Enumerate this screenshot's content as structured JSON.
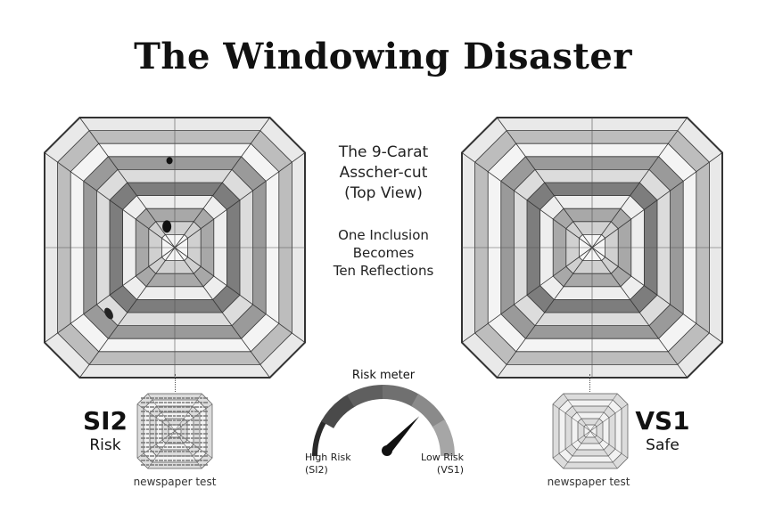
{
  "title": "The Windowing Disaster",
  "center": {
    "heading_lines": [
      "The 9-Carat",
      "Asscher-cut",
      "(Top View)"
    ],
    "caption_lines": [
      "One Inclusion",
      "Becomes",
      "Ten Reflections"
    ]
  },
  "left": {
    "grade": "SI2",
    "label": "Risk",
    "test_label": "newspaper test",
    "inclusions": true
  },
  "right": {
    "grade": "VS1",
    "label": "Safe",
    "test_label": "newspaper test",
    "inclusions": false
  },
  "gauge": {
    "title": "Risk meter",
    "high_label_lines": [
      "High Risk",
      "(SI2)"
    ],
    "low_label_lines": [
      "Low Risk",
      "(VS1)"
    ],
    "segments": 6,
    "needle_segment": 5,
    "colors": [
      "#2a2a2a",
      "#4a4a4a",
      "#5f5f5f",
      "#707070",
      "#8a8a8a",
      "#a6a6a6"
    ]
  }
}
